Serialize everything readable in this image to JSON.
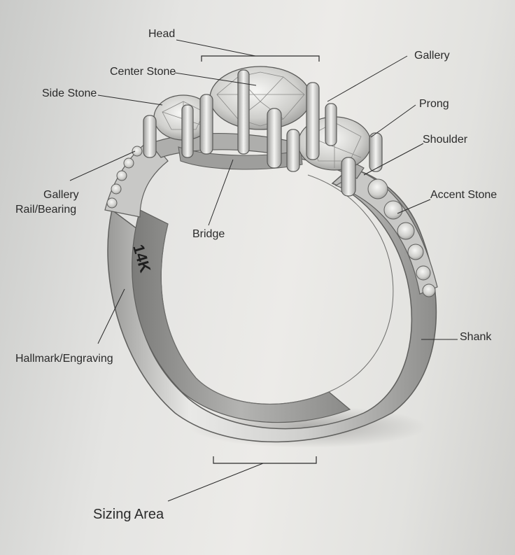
{
  "diagram": {
    "labels": {
      "head": "Head",
      "center_stone": "Center Stone",
      "side_stone": "Side Stone",
      "gallery": "Gallery",
      "prong": "Prong",
      "shoulder": "Shoulder",
      "gallery_rail_line1": "Gallery",
      "gallery_rail_line2": "Rail/Bearing",
      "accent_stone": "Accent Stone",
      "bridge": "Bridge",
      "hallmark": "Hallmark/Engraving",
      "shank": "Shank",
      "sizing_area": "Sizing Area"
    },
    "engraving": "14K",
    "colors": {
      "ink": "#2a2a2a",
      "metal_light": "#f2f2f0",
      "metal_mid": "#bdbdbb",
      "metal_dark": "#7d7d7b",
      "paper": "#e6e6e3"
    }
  }
}
